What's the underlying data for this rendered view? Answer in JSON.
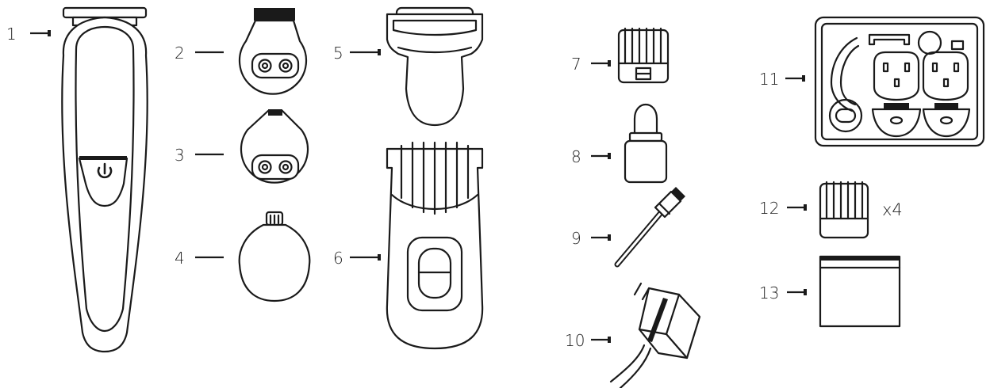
{
  "callouts": [
    {
      "id": "1",
      "label": "1"
    },
    {
      "id": "2",
      "label": "2"
    },
    {
      "id": "3",
      "label": "3"
    },
    {
      "id": "4",
      "label": "4"
    },
    {
      "id": "5",
      "label": "5"
    },
    {
      "id": "6",
      "label": "6"
    },
    {
      "id": "7",
      "label": "7"
    },
    {
      "id": "8",
      "label": "8"
    },
    {
      "id": "9",
      "label": "9"
    },
    {
      "id": "10",
      "label": "10"
    },
    {
      "id": "11",
      "label": "11"
    },
    {
      "id": "12",
      "label": "12"
    },
    {
      "id": "13",
      "label": "13"
    }
  ],
  "quantity_label": "x4"
}
